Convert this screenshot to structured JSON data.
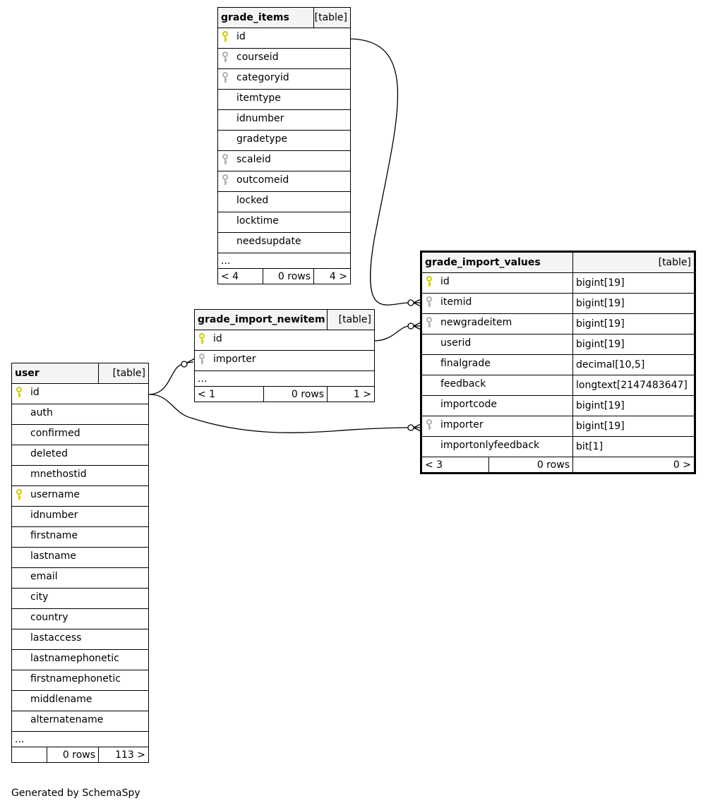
{
  "colors": {
    "pk_key": "#d4cc00",
    "fk_key": "#b0b0b0",
    "header_bg": "#f4f4f4",
    "line": "#000000"
  },
  "tables": {
    "grade_items": {
      "name": "grade_items",
      "type": "[table]",
      "columns": [
        {
          "name": "id",
          "key": "pk"
        },
        {
          "name": "courseid",
          "key": "fk"
        },
        {
          "name": "categoryid",
          "key": "fk"
        },
        {
          "name": "itemtype",
          "key": ""
        },
        {
          "name": "idnumber",
          "key": ""
        },
        {
          "name": "gradetype",
          "key": ""
        },
        {
          "name": "scaleid",
          "key": "fk"
        },
        {
          "name": "outcomeid",
          "key": "fk"
        },
        {
          "name": "locked",
          "key": ""
        },
        {
          "name": "locktime",
          "key": ""
        },
        {
          "name": "needsupdate",
          "key": ""
        }
      ],
      "ellipsis": "...",
      "footer": {
        "left": "< 4",
        "rows": "0 rows",
        "right": "4 >"
      }
    },
    "grade_import_values": {
      "name": "grade_import_values",
      "type": "[table]",
      "columns": [
        {
          "name": "id",
          "key": "pk",
          "type": "bigint[19]"
        },
        {
          "name": "itemid",
          "key": "fk",
          "type": "bigint[19]"
        },
        {
          "name": "newgradeitem",
          "key": "fk",
          "type": "bigint[19]"
        },
        {
          "name": "userid",
          "key": "",
          "type": "bigint[19]"
        },
        {
          "name": "finalgrade",
          "key": "",
          "type": "decimal[10,5]"
        },
        {
          "name": "feedback",
          "key": "",
          "type": "longtext[2147483647]"
        },
        {
          "name": "importcode",
          "key": "",
          "type": "bigint[19]"
        },
        {
          "name": "importer",
          "key": "fk",
          "type": "bigint[19]"
        },
        {
          "name": "importonlyfeedback",
          "key": "",
          "type": "bit[1]"
        }
      ],
      "footer": {
        "left": "< 3",
        "rows": "0 rows",
        "right": "0 >"
      }
    },
    "grade_import_newitem": {
      "name": "grade_import_newitem",
      "type": "[table]",
      "columns": [
        {
          "name": "id",
          "key": "pk"
        },
        {
          "name": "importer",
          "key": "fk"
        }
      ],
      "ellipsis": "...",
      "footer": {
        "left": "< 1",
        "rows": "0 rows",
        "right": "1 >"
      }
    },
    "user": {
      "name": "user",
      "type": "[table]",
      "columns": [
        {
          "name": "id",
          "key": "pk"
        },
        {
          "name": "auth",
          "key": ""
        },
        {
          "name": "confirmed",
          "key": ""
        },
        {
          "name": "deleted",
          "key": ""
        },
        {
          "name": "mnethostid",
          "key": ""
        },
        {
          "name": "username",
          "key": "pk"
        },
        {
          "name": "idnumber",
          "key": ""
        },
        {
          "name": "firstname",
          "key": ""
        },
        {
          "name": "lastname",
          "key": ""
        },
        {
          "name": "email",
          "key": ""
        },
        {
          "name": "city",
          "key": ""
        },
        {
          "name": "country",
          "key": ""
        },
        {
          "name": "lastaccess",
          "key": ""
        },
        {
          "name": "lastnamephonetic",
          "key": ""
        },
        {
          "name": "firstnamephonetic",
          "key": ""
        },
        {
          "name": "middlename",
          "key": ""
        },
        {
          "name": "alternatename",
          "key": ""
        }
      ],
      "ellipsis": "...",
      "footer": {
        "left": "",
        "rows": "0 rows",
        "right": "113 >"
      }
    }
  },
  "generated_by": "Generated by SchemaSpy"
}
